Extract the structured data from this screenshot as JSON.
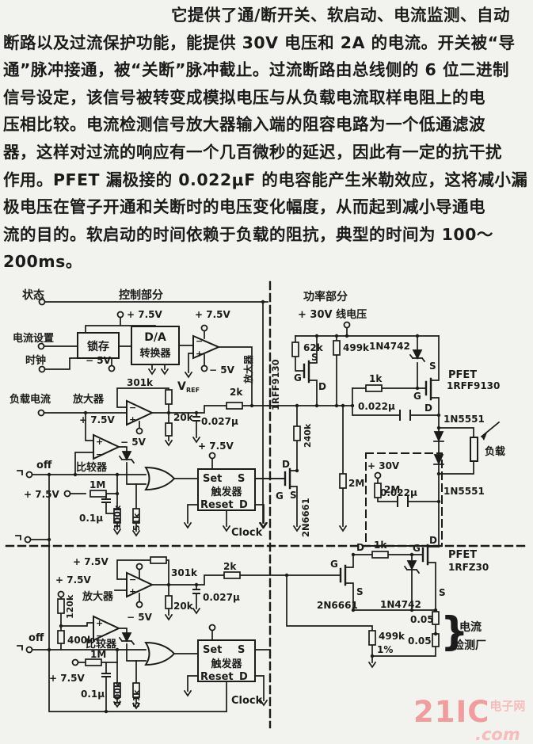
{
  "page": {
    "background": "#f2f2ee",
    "paragraph": [
      "它提供了通/断开关、软启动、电流监测、自动",
      "断路以及过流保护功能，能提供 30V 电压和 2A 的电流。开关被“导",
      "通”脉冲接通，被“关断”脉冲截止。过流断路由总线侧的 6 位二进制",
      "信号设定，该信号被转变成模拟电压与从负载电流取样电阻上的电",
      "压相比较。电流检测信号放大器输入端的阻容电路为一个低通滤波",
      "器，这样对过流的响应有一个几百微秒的延迟，因此有一定的抗干扰",
      "作用。PFET 漏极接的 0.022μF 的电容能产生米勒效应，这将减小漏",
      "极电压在管子开通和关断时的电压变化幅度，从而起到减小导通电",
      "流的目的。软启动的时间依赖于负载的阻抗，典型的时间为 100～",
      "200ms。"
    ]
  },
  "circuit": {
    "labels": {
      "status": "状态",
      "ctrl": "控制部分",
      "pwr": "功率部分",
      "v75": "+ 7.5V",
      "m5v": "− 5V",
      "v30": "+ 30V",
      "v30_line": "+ 30V  线电压",
      "cur_set": "电流设置",
      "clk_in": "时钟",
      "latch": "锁存",
      "da_top": "D/A",
      "da_bot": "转换器",
      "vref_v": "V",
      "vref_sub": "REF",
      "amp": "放大器",
      "comp": "比较器",
      "ff": "触发器",
      "set": "Set",
      "reset": "Reset",
      "s": "S",
      "d": "D",
      "g": "G",
      "clock": "Clock",
      "load_cur": "负载电流",
      "off": "off",
      "r2k": "2k",
      "r301k": "301k",
      "r20k": "20k",
      "c027": "0.027μ",
      "r1m": "1M",
      "c01": "0.1μ",
      "r100k": "100k",
      "r51k": "51k",
      "r62k": "62k",
      "r499k": "499k",
      "zener": "1N4742",
      "r1k": "1k",
      "pfet": "PFET",
      "irff": "1RFF9130",
      "irfz": "1RFZ30",
      "c022": "0.022μ",
      "d5551": "1N5551",
      "load": "负载",
      "r2m": "2M",
      "r240k": "240k",
      "q2n": "2N6661",
      "r005": "0.05",
      "isense1": "电流",
      "isense2": "检测厂",
      "brace": "}",
      "pct": "1%",
      "r120k": "120k",
      "r400k": "400k"
    }
  },
  "watermark": {
    "logo": "21IC",
    "site": "电子网",
    "dotcom": ".com"
  }
}
